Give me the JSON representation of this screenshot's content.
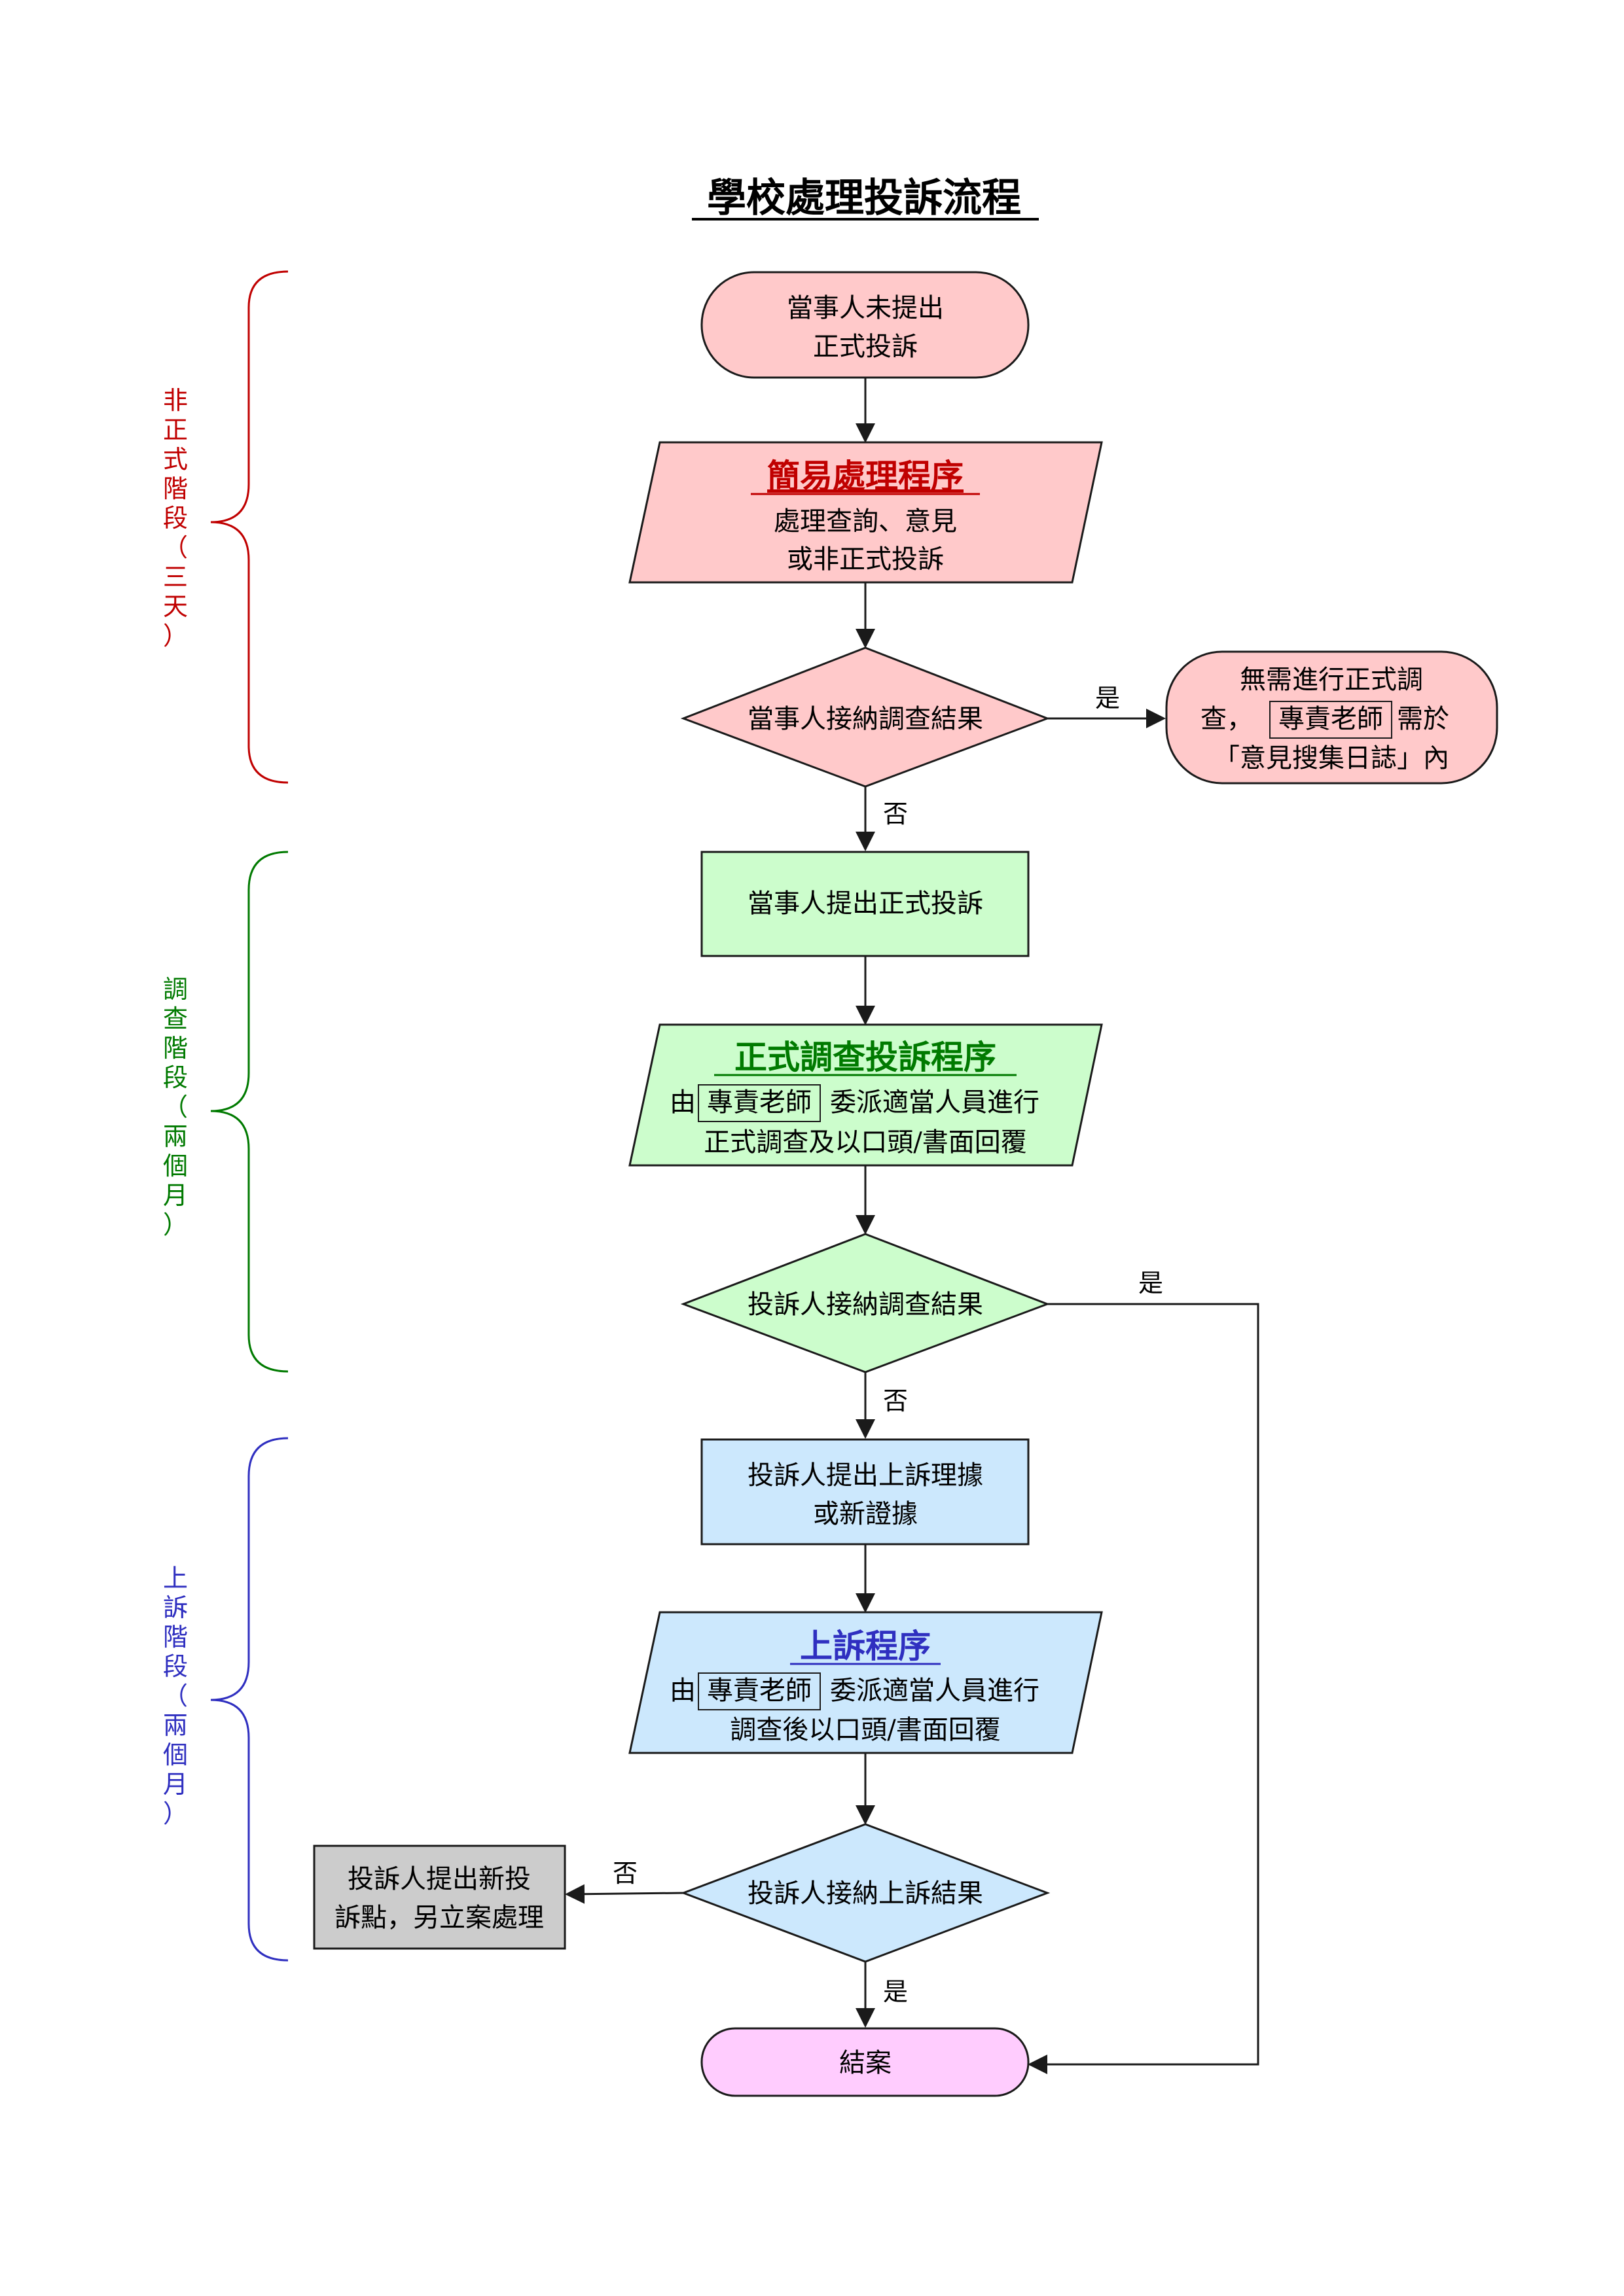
{
  "title": "學校處理投訴流程",
  "colors": {
    "stage1": "#c00000",
    "stage2": "#007a00",
    "stage3": "#2f2fc0",
    "pink": "#ffc9ca",
    "green": "#ccfdcc",
    "blue": "#cce8fd",
    "grey": "#cccccc",
    "magenta": "#ffccfe",
    "stroke": "#1a1a1a"
  },
  "stages": [
    {
      "id": "informal",
      "chars": [
        "非",
        "正",
        "式",
        "階",
        "段",
        "（",
        "三",
        "天",
        "）"
      ]
    },
    {
      "id": "investigation",
      "chars": [
        "調",
        "查",
        "階",
        "段",
        "（",
        "兩",
        "個",
        "月",
        "）"
      ]
    },
    {
      "id": "appeal",
      "chars": [
        "上",
        "訴",
        "階",
        "段",
        "（",
        "兩",
        "個",
        "月",
        "）"
      ]
    }
  ],
  "nodes": {
    "start": {
      "lines": [
        "當事人未提出",
        "正式投訴"
      ]
    },
    "simple": {
      "heading": "簡易處理程序",
      "lines": [
        "處理查詢、意見",
        "或非正式投訴"
      ]
    },
    "decision1": {
      "label": "當事人接納調查結果"
    },
    "no_investigation": {
      "line1": "無需進行正式調",
      "line2_a": "查，",
      "line2_boxed": "專責老師",
      "line2_b": "需於",
      "line3": "「意見搜集日誌」內"
    },
    "formal_complaint": {
      "label": "當事人提出正式投訴"
    },
    "formal_procedure": {
      "heading": "正式調查投訴程序",
      "line1_a": "由",
      "line1_boxed": "專責老師",
      "line1_b": "委派適當人員進行",
      "line2": "正式調查及以口頭/書面回覆"
    },
    "decision2": {
      "label": "投訴人接納調查結果"
    },
    "appeal_submit": {
      "lines": [
        "投訴人提出上訴理據",
        "或新證據"
      ]
    },
    "appeal_procedure": {
      "heading": "上訴程序",
      "line1_a": "由",
      "line1_boxed": "專責老師",
      "line1_b": "委派適當人員進行",
      "line2": "調查後以口頭/書面回覆"
    },
    "decision3": {
      "label": "投訴人接納上訴結果"
    },
    "new_case": {
      "lines": [
        "投訴人提出新投",
        "訴點，另立案處理"
      ]
    },
    "end": {
      "label": "結案"
    }
  },
  "edges": {
    "d1_yes": "是",
    "d1_no": "否",
    "d2_yes": "是",
    "d2_no": "否",
    "d3_no": "否",
    "d3_yes": "是"
  }
}
